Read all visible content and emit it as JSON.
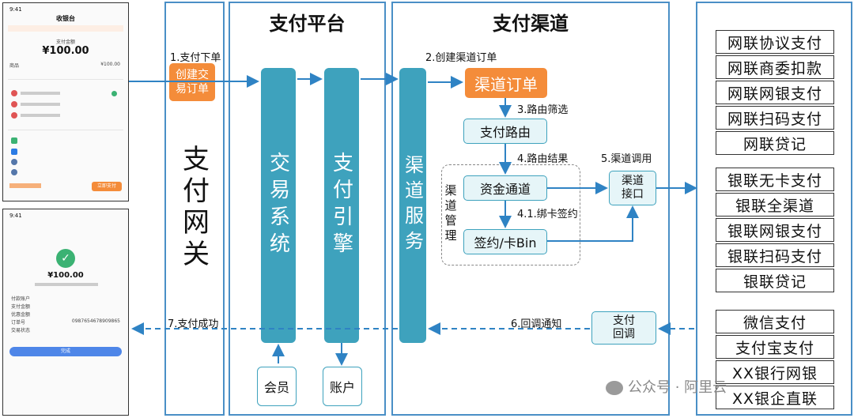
{
  "phone_top": {
    "time": "9:41",
    "title": "收银台",
    "amount_label": "支付金额",
    "amount": "¥100.00",
    "product_label": "商品",
    "product_price": "¥100.00",
    "button": "立即支付"
  },
  "phone_bottom": {
    "time": "9:41",
    "amount": "¥100.00",
    "button": "完成",
    "rows": [
      "付款账户",
      "支付金额",
      "优惠金额",
      "订单号",
      "交易状态"
    ],
    "order_no": "0987654678909865"
  },
  "gateway": {
    "title": "支付网关"
  },
  "platform": {
    "header": "支付平台",
    "trade_system": "交易系统",
    "pay_engine": "支付引擎",
    "member": "会员",
    "account": "账户"
  },
  "channel": {
    "header": "支付渠道",
    "channel_service": "渠道服务",
    "channel_order": "渠道订单",
    "pay_route": "支付路由",
    "fund_channel": "资金通道",
    "sign_bin": "签约/卡Bin",
    "channel_mgmt": "渠道管理",
    "channel_interface": "渠道接口",
    "pay_callback": "支付回调"
  },
  "create_order": "创建交易订单",
  "steps": {
    "s1": "1.支付下单",
    "s2": "2.创建渠道订单",
    "s3": "3.路由筛选",
    "s4": "4.路由结果",
    "s41": "4.1.绑卡签约",
    "s5": "5.渠道调用",
    "s6": "6.回调通知",
    "s7": "7.支付成功"
  },
  "channels_netunion": [
    "网联协议支付",
    "网联商委扣款",
    "网联网银支付",
    "网联扫码支付",
    "网联贷记"
  ],
  "channels_unionpay": [
    "银联无卡支付",
    "银联全渠道",
    "银联网银支付",
    "银联扫码支付",
    "银联贷记"
  ],
  "channels_other": [
    "微信支付",
    "支付宝支付",
    "XX银行网银",
    "XX银企直联"
  ],
  "watermark": "公众号 · 阿里云"
}
